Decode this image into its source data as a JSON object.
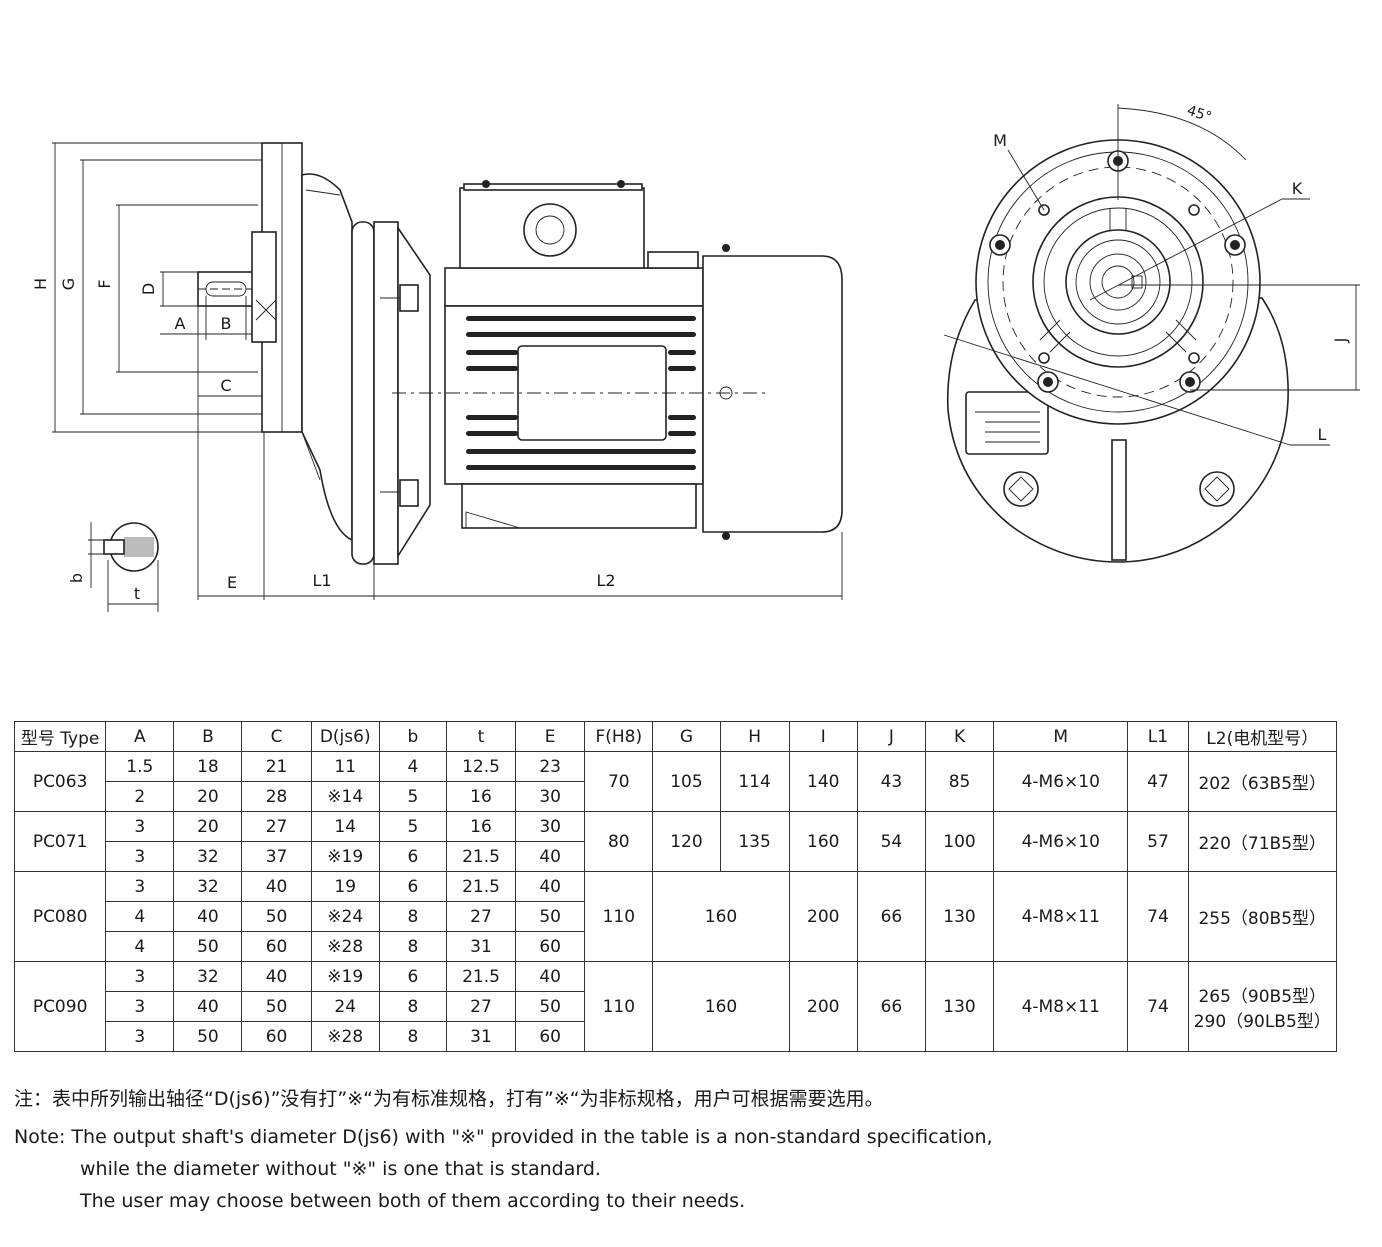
{
  "drawing": {
    "side_labels": {
      "H": "H",
      "G": "G",
      "F": "F",
      "D": "D",
      "A": "A",
      "B": "B",
      "C": "C",
      "E": "E",
      "L1": "L1",
      "L2": "L2"
    },
    "key_labels": {
      "b": "b",
      "t": "t"
    },
    "front_labels": {
      "M": "M",
      "K": "K",
      "J": "J",
      "L": "L",
      "angle": "45°"
    }
  },
  "table": {
    "headers": [
      "型号 Type",
      "A",
      "B",
      "C",
      "D(js6)",
      "b",
      "t",
      "E",
      "F(H8)",
      "G",
      "H",
      "I",
      "J",
      "K",
      "M",
      "L1",
      "L2(电机型号）"
    ],
    "models": [
      {
        "type": "PC063",
        "rows": [
          [
            "1.5",
            "18",
            "21",
            "11",
            "4",
            "12.5",
            "23"
          ],
          [
            "2",
            "20",
            "28",
            "※14",
            "5",
            "16",
            "30"
          ]
        ],
        "F": "70",
        "G": "105",
        "H": "114",
        "I": "140",
        "J": "43",
        "K": "85",
        "M": "4-M6×10",
        "L1": "47",
        "L2": [
          "202（63B5型）"
        ]
      },
      {
        "type": "PC071",
        "rows": [
          [
            "3",
            "20",
            "27",
            "14",
            "5",
            "16",
            "30"
          ],
          [
            "3",
            "32",
            "37",
            "※19",
            "6",
            "21.5",
            "40"
          ]
        ],
        "F": "80",
        "G": "120",
        "H": "135",
        "I": "160",
        "J": "54",
        "K": "100",
        "M": "4-M6×10",
        "L1": "57",
        "L2": [
          "220（71B5型）"
        ]
      },
      {
        "type": "PC080",
        "rows": [
          [
            "3",
            "32",
            "40",
            "19",
            "6",
            "21.5",
            "40"
          ],
          [
            "4",
            "40",
            "50",
            "※24",
            "8",
            "27",
            "50"
          ],
          [
            "4",
            "50",
            "60",
            "※28",
            "8",
            "31",
            "60"
          ]
        ],
        "F": "110",
        "GH": "160",
        "I": "200",
        "J": "66",
        "K": "130",
        "M": "4-M8×11",
        "L1": "74",
        "L2": [
          "255（80B5型）"
        ]
      },
      {
        "type": "PC090",
        "rows": [
          [
            "3",
            "32",
            "40",
            "※19",
            "6",
            "21.5",
            "40"
          ],
          [
            "3",
            "40",
            "50",
            "24",
            "8",
            "27",
            "50"
          ],
          [
            "3",
            "50",
            "60",
            "※28",
            "8",
            "31",
            "60"
          ]
        ],
        "F": "110",
        "GH": "160",
        "I": "200",
        "J": "66",
        "K": "130",
        "M": "4-M8×11",
        "L1": "74",
        "L2": [
          "265（90B5型）",
          "290（90LB5型）"
        ]
      }
    ]
  },
  "notes": {
    "cn": "注：表中所列输出轴径“D(js6)”没有打”※“为有标准规格，打有”※“为非标规格，用户可根据需要选用。",
    "en1": "Note: The output shaft's diameter D(js6) with \"※\" provided in the table is a non-standard specification,",
    "en2": "while the diameter without \"※\" is one that is standard.",
    "en3": "The user may choose between both of them according to their needs."
  }
}
